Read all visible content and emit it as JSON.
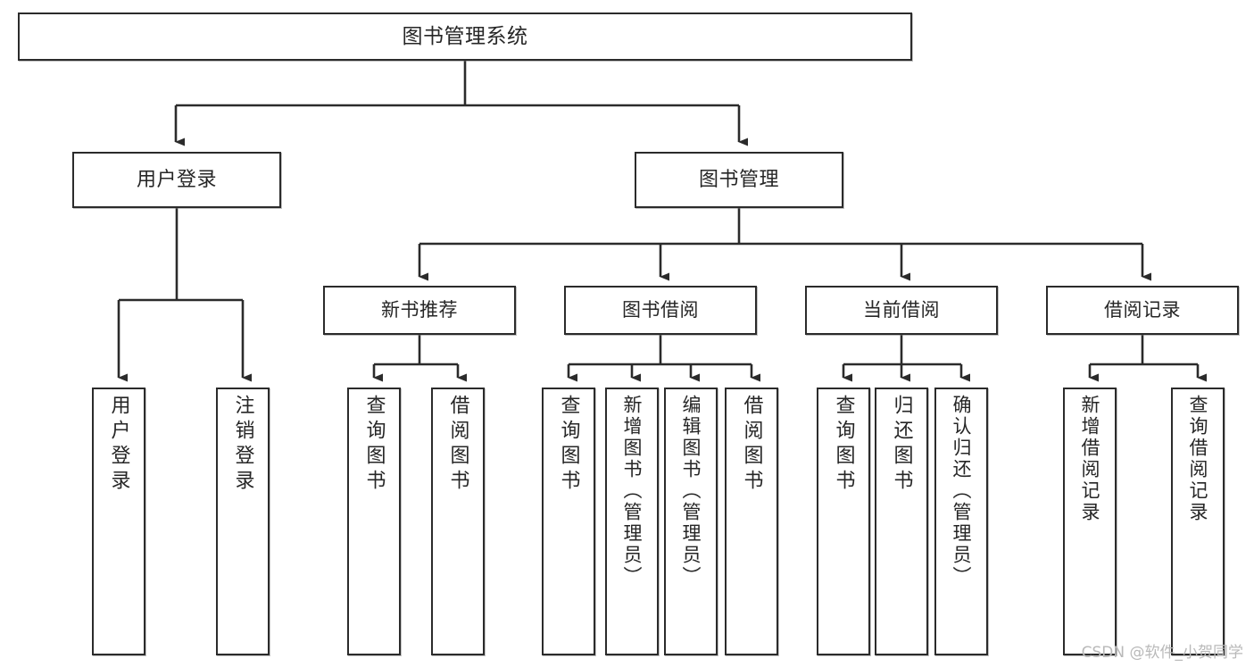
{
  "diagram": {
    "title": "图书管理系统",
    "type": "tree-hierarchy-chart",
    "orientation": "top-down",
    "colors": {
      "background": "#ffffff",
      "node_border": "#2b2b2b",
      "node_fill": "#ffffff",
      "edge": "#2b2b2b",
      "text": "#262626",
      "watermark": "#b9b9b9"
    },
    "root": {
      "label": "图书管理系统"
    },
    "level1": [
      {
        "id": "user-login",
        "label": "用户登录"
      },
      {
        "id": "book-manage",
        "label": "图书管理"
      }
    ],
    "level2": [
      {
        "id": "new-book-recommend",
        "label": "新书推荐",
        "parent": "book-manage"
      },
      {
        "id": "book-borrow",
        "label": "图书借阅",
        "parent": "book-manage"
      },
      {
        "id": "current-borrow",
        "label": "当前借阅",
        "parent": "book-manage"
      },
      {
        "id": "borrow-record",
        "label": "借阅记录",
        "parent": "book-manage"
      }
    ],
    "leaves": {
      "user-login": [
        {
          "id": "leaf-user-login",
          "label": "用户登录"
        },
        {
          "id": "leaf-user-logout",
          "label": "注销登录"
        }
      ],
      "new-book-recommend": [
        {
          "id": "leaf-query-book-1",
          "label": "查询图书"
        },
        {
          "id": "leaf-borrow-book-1",
          "label": "借阅图书"
        }
      ],
      "book-borrow": [
        {
          "id": "leaf-query-book-2",
          "label": "查询图书"
        },
        {
          "id": "leaf-add-book",
          "label": "新增图书（管理员）"
        },
        {
          "id": "leaf-edit-book",
          "label": "编辑图书（管理员）"
        },
        {
          "id": "leaf-borrow-book-2",
          "label": "借阅图书"
        }
      ],
      "current-borrow": [
        {
          "id": "leaf-query-book-3",
          "label": "查询图书"
        },
        {
          "id": "leaf-return-book",
          "label": "归还图书"
        },
        {
          "id": "leaf-confirm-return",
          "label": "确认归还（管理员）"
        }
      ],
      "borrow-record": [
        {
          "id": "leaf-add-record",
          "label": "新增借阅记录"
        },
        {
          "id": "leaf-query-record",
          "label": "查询借阅记录"
        }
      ]
    }
  },
  "watermark": {
    "text": "CSDN @软件_小贺同学"
  }
}
